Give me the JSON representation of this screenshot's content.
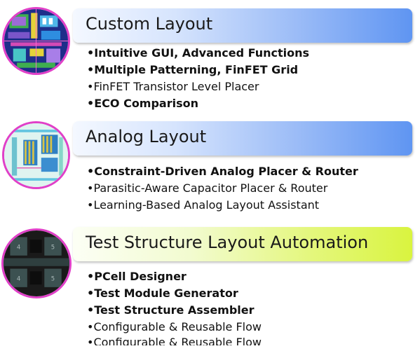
{
  "sections": [
    {
      "title": "Custom Layout",
      "bullets": [
        {
          "text": "•Intuitive GUI, Advanced Functions",
          "bold": true
        },
        {
          "text": "•Multiple Patterning, FinFET Grid",
          "bold": true
        },
        {
          "text": "•FinFET Transistor Level Placer",
          "bold": false
        },
        {
          "text": "•ECO Comparison",
          "bold": true
        }
      ]
    },
    {
      "title": "Analog Layout",
      "bullets": [
        {
          "text": "•Constraint-Driven Analog Placer & Router",
          "bold": true
        },
        {
          "text": "•Parasitic-Aware Capacitor Placer & Router",
          "bold": false
        },
        {
          "text": "•Learning-Based Analog Layout Assistant",
          "bold": false
        }
      ]
    },
    {
      "title": "Test Structure Layout Automation",
      "bullets": [
        {
          "text": "•PCell Designer",
          "bold": true
        },
        {
          "text": "•Test Module Generator",
          "bold": true
        },
        {
          "text": "•Test Structure Assembler",
          "bold": true
        },
        {
          "text": "•Configurable & Reusable Flow",
          "bold": false
        },
        {
          "text": "•Configurable & Reusable Flow",
          "bold": false
        }
      ],
      "thumb_cell_labels": [
        "4",
        "5",
        "4",
        "5"
      ]
    }
  ],
  "colors": {
    "thumb_border": "#e040c8",
    "bar_blue_end": "#5f95f2",
    "bar_yellow_end": "#d9f43f"
  }
}
